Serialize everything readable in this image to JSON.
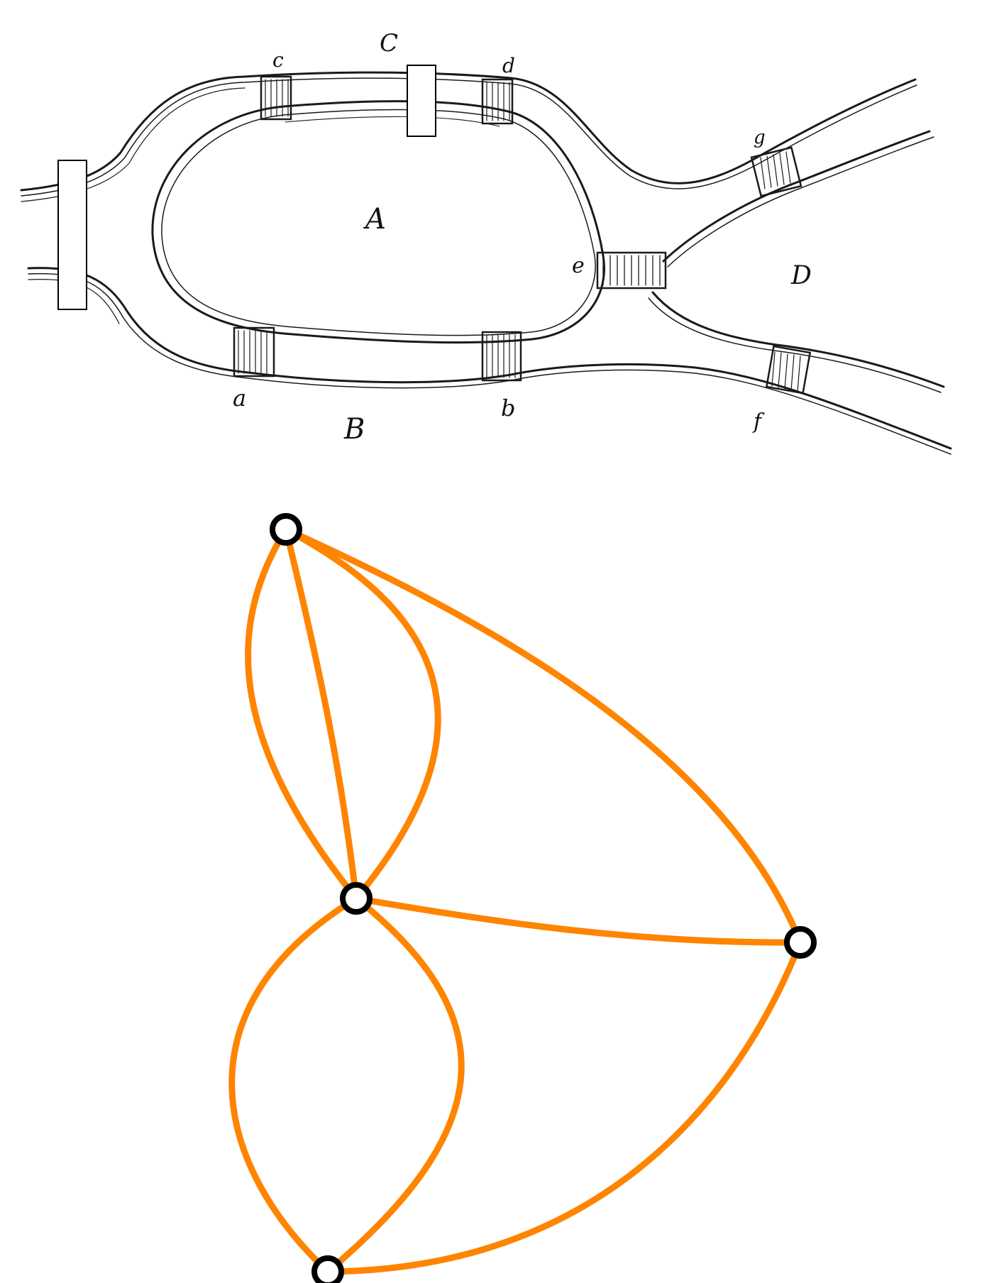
{
  "map": {
    "regions": {
      "A": "A",
      "B": "B",
      "C": "C",
      "D": "D"
    },
    "bridges": {
      "a": "a",
      "b": "b",
      "c": "c",
      "d": "d",
      "e": "e",
      "f": "f",
      "g": "g"
    },
    "colors": {
      "ink": "#1a1a1a",
      "cover_fill": "#ffffff",
      "cover_stroke": "#000000"
    }
  },
  "graph": {
    "colors": {
      "edge": "#ff8400",
      "node_stroke": "#000000",
      "node_fill": "#ffffff"
    }
  }
}
